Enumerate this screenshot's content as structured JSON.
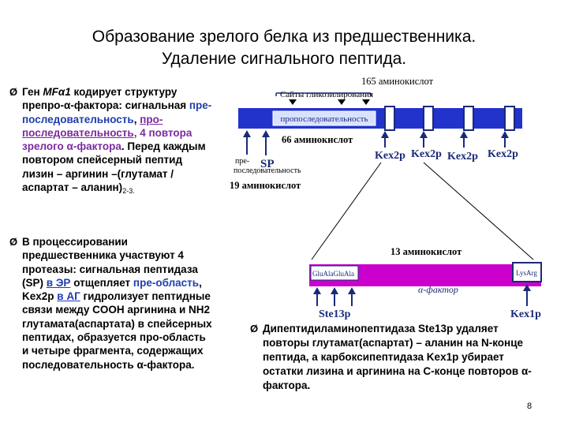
{
  "slide": {
    "title_line1": "Образование зрелого белка из предшественника.",
    "title_line2": "Удаление сигнального пептида.",
    "page_number": "8"
  },
  "left_block1": {
    "bullet": "Ø",
    "p1": "Ген ",
    "gene": "MFα1",
    "p2": " кодирует структуру препро-α-фактора: сигнальная ",
    "pre": "пре- последовательность",
    "comma": ", ",
    "pro": "про-последовательность",
    "p3": ", 4 повтора зрелого α-фактора",
    "p4": ". Перед каждым повтором спейсерный пептид лизин – аргинин –(глутамат / аспартат – аланин)",
    "sub": "2-3."
  },
  "left_block2": {
    "bullet": "Ø",
    "p1": "В процессировании предшественника участвуют 4 протеазы: сигнальная пептидаза (SP) ",
    "er": "в ЭР",
    "p2": " отщепляет ",
    "pre": "пре-область",
    "p3": ", Kex2p ",
    "ag": "в АГ",
    "p4": " гидролизует пептидные связи между COOH аргинина и NH2 глутамата(аспартата) в спейсерных пептидах, образуется про-область и четыре фрагмента, содержащих последовательность α-фактора."
  },
  "right_block": {
    "bullet": "Ø",
    "text": "Дипептидиламинопептидаза Ste13p удаляет повторы глутамат(аспартат) – аланин на N-конце пептида, а карбоксипептидаза Kex1p убирает остатки лизина и аргинина на С-конце повторов α-фактора."
  },
  "diagram": {
    "label_165": "165 аминокислот",
    "label_66": "66 аминокислот",
    "label_19": "19 аминокислот",
    "label_13": "13 аминокислот",
    "glyco_sites": "Сайты гликозилирования",
    "proseq": "пропоследовательность",
    "pre_label_1": "пре-",
    "pre_label_2": "последовательность",
    "sp": "SP",
    "kex2p": [
      "Kex2p",
      "Kex2p",
      "Kex2p",
      "Kex2p"
    ],
    "left_box": "GluAlaGluAla",
    "right_box": "LysArg",
    "alpha_factor": "α-фактор",
    "ste13p": "Ste13p",
    "kex1p": "Kex1p"
  },
  "colors": {
    "bar_blue": "#2233cc",
    "bar_magenta": "#cc00cc",
    "arrow_navy": "#1a2a7a",
    "text_purple": "#7a2aa0"
  }
}
